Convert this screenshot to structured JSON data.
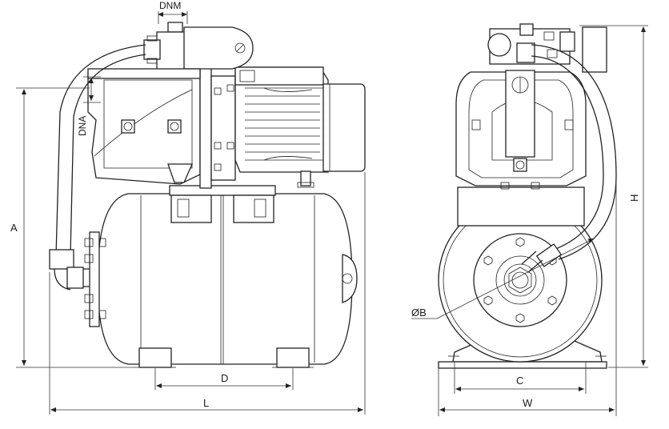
{
  "labels": {
    "dnm": "DNM",
    "dna": "DNA",
    "a": "A",
    "d": "D",
    "l": "L",
    "h": "H",
    "c": "C",
    "w": "W",
    "b": "ØB"
  }
}
